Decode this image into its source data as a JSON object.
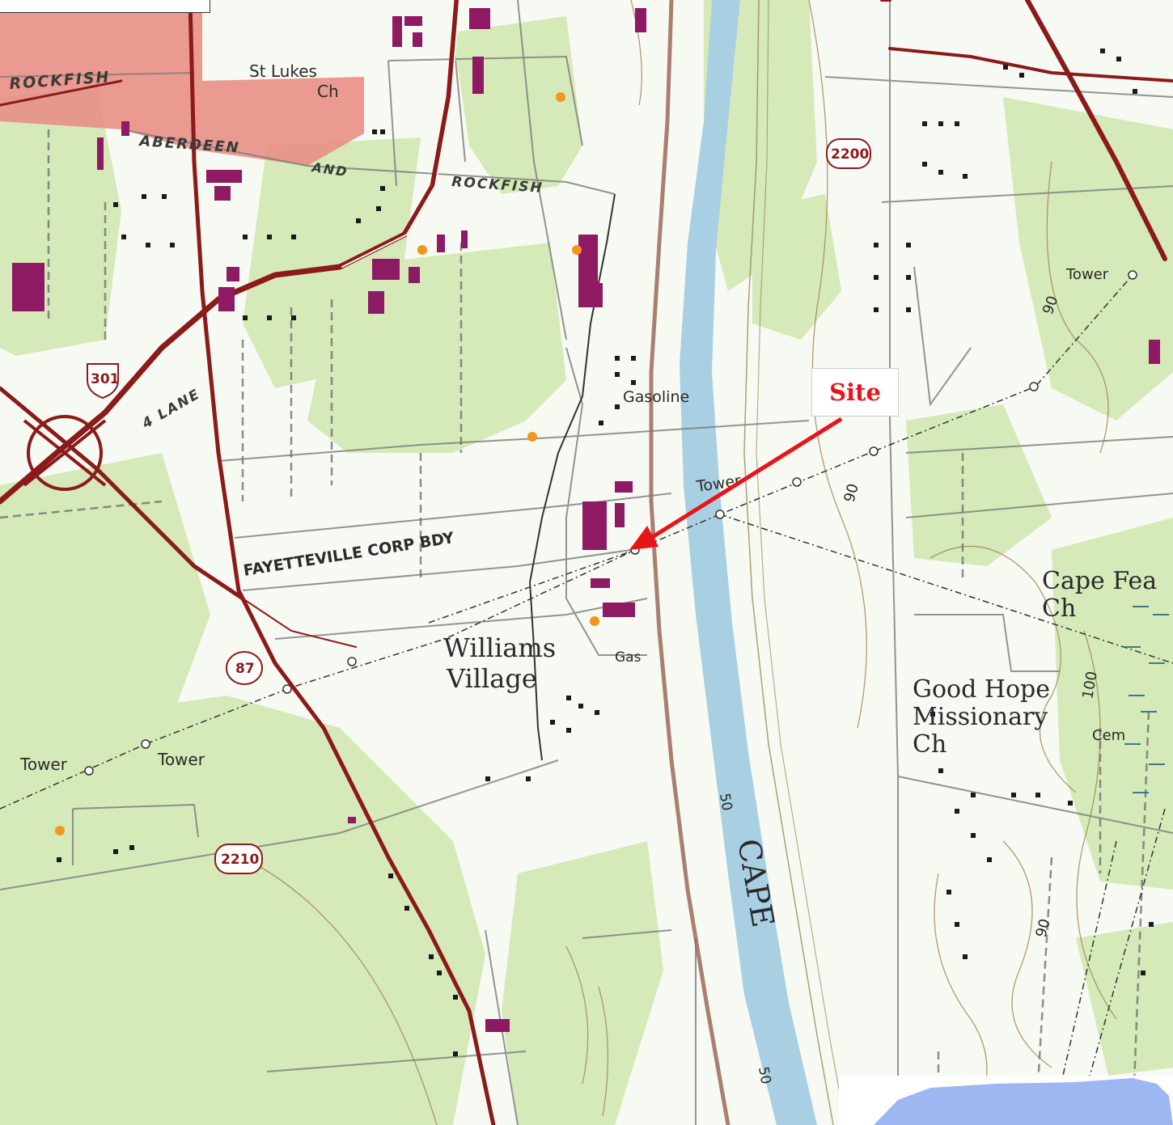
{
  "labels": {
    "st_lukes": "St Lukes",
    "st_lukes_ch": "Ch",
    "rockfish_nw": "ROCKFISH",
    "aberdeen": "ABERDEEN",
    "and": "AND",
    "rockfish": "ROCKFISH",
    "four_lane": "4 LANE",
    "gasoline": "Gasoline",
    "tower_river": "Tower",
    "tower_ne": "Tower",
    "fayetteville_corp_bdy": "FAYETTEVILLE CORP BDY",
    "williams": "Williams",
    "village": "Village",
    "gas": "Gas",
    "tower_sw1": "Tower",
    "tower_sw2": "Tower",
    "cape_fear": "Cape Fea",
    "cape_fear_ch": "Ch",
    "good_hope": "Good Hope",
    "missionary": "Missionary",
    "good_hope_ch": "Ch",
    "cem": "Cem",
    "cape_river": "CAPE",
    "contour_90a": "90",
    "contour_90b": "90",
    "contour_90c": "90",
    "contour_100": "100",
    "contour_50a": "50",
    "contour_50b": "50"
  },
  "shields": {
    "us_301": "301",
    "nc_87": "87",
    "sr_2200": "2200",
    "sr_2210": "2210"
  },
  "callout": {
    "site_label": "Site"
  },
  "colors": {
    "woodland": "#d6e9b8",
    "river": "#a9cfe2",
    "urban": "#e88f85",
    "building": "#8e1a63",
    "highway": "#8b1a1a",
    "marker": "#f2961e",
    "arrow": "#e8141b"
  }
}
